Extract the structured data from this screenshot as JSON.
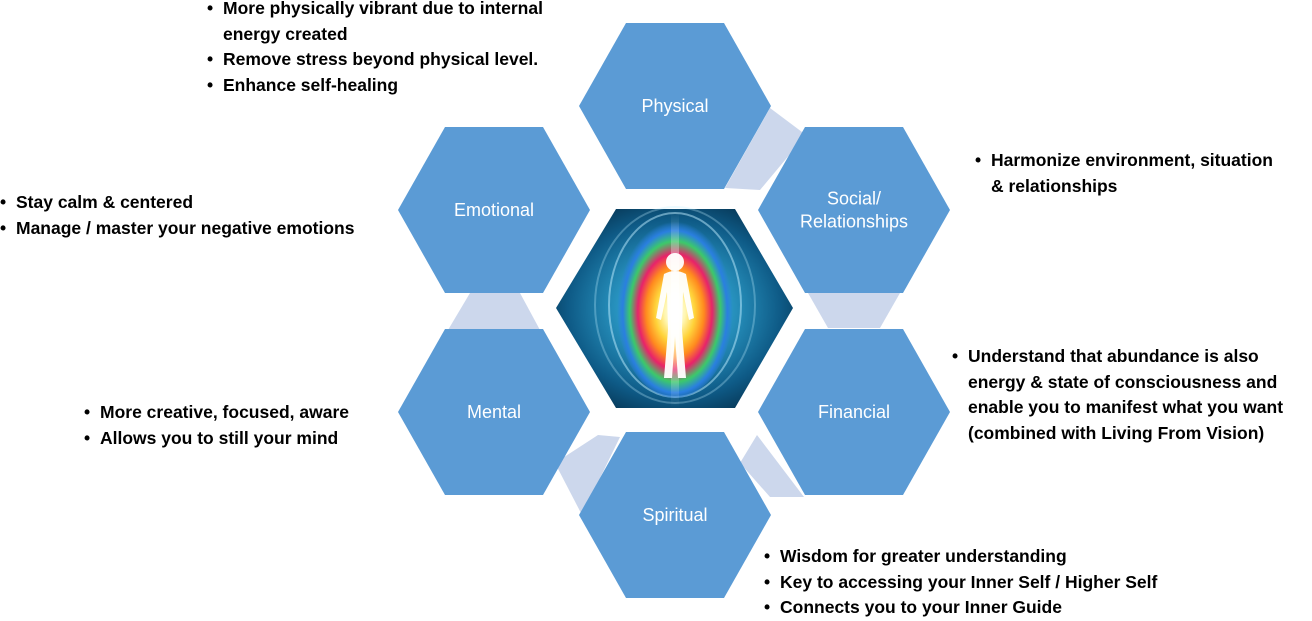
{
  "colors": {
    "hexagon_fill": "#5b9bd5",
    "connector_fill": "#ccd7ec",
    "center_dark": "#0b3f63",
    "text": "#000000"
  },
  "segments": {
    "physical": {
      "label": [
        "Physical"
      ],
      "bullets": [
        "More physically vibrant due to internal energy created",
        "Remove stress beyond physical level.",
        "Enhance self-healing"
      ]
    },
    "social": {
      "label": [
        "Social/",
        "Relationships"
      ],
      "bullets": [
        "Harmonize environment, situation & relationships"
      ]
    },
    "emotional": {
      "label": [
        "Emotional"
      ],
      "bullets": [
        "Stay calm & centered",
        "Manage / master your negative emotions"
      ]
    },
    "mental": {
      "label": [
        "Mental"
      ],
      "bullets": [
        "More creative, focused, aware",
        "Allows you to still your mind"
      ]
    },
    "financial": {
      "label": [
        "Financial"
      ],
      "bullets": [
        "Understand that abundance is also energy & state of consciousness and enable you to manifest what you want (combined with Living From Vision)"
      ]
    },
    "spiritual": {
      "label": [
        "Spiritual"
      ],
      "bullets": [
        "Wisdom for greater understanding",
        "Key to accessing your Inner Self / Higher Self",
        "Connects you to your Inner Guide"
      ]
    }
  }
}
